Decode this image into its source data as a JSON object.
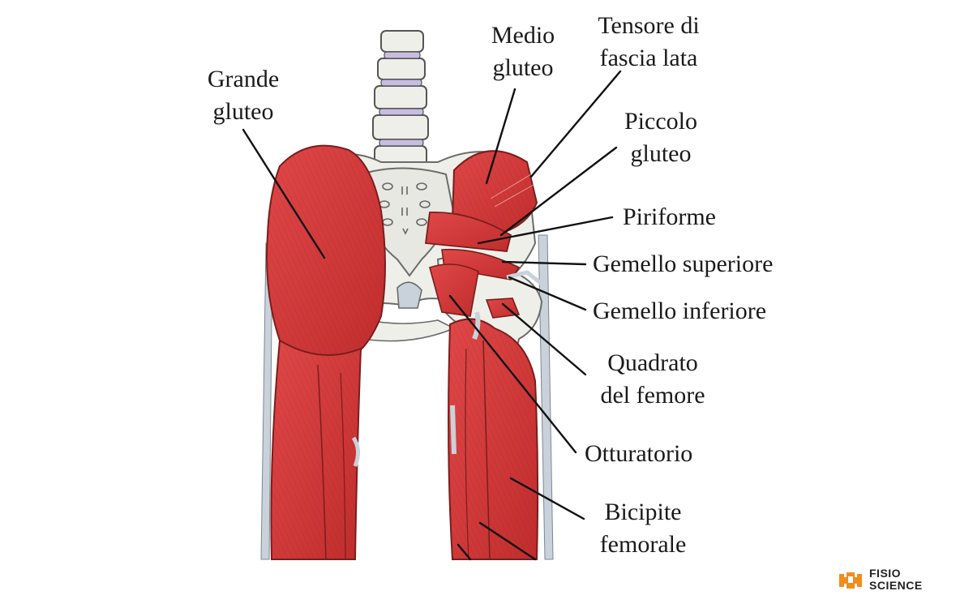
{
  "labels": {
    "grande_gluteo": [
      "Grande",
      "gluteo"
    ],
    "medio_gluteo": [
      "Medio",
      "gluteo"
    ],
    "tensore": [
      "Tensore di",
      "fascia lata"
    ],
    "piccolo_gluteo": [
      "Piccolo",
      "gluteo"
    ],
    "piriforme": [
      "Piriforme"
    ],
    "gemello_superiore": [
      "Gemello superiore"
    ],
    "gemello_inferiore": [
      "Gemello inferiore"
    ],
    "quadrato": [
      "Quadrato",
      "del femore"
    ],
    "otturatorio": [
      "Otturatorio"
    ],
    "bicipite": [
      "Bicipite",
      "femorale"
    ]
  },
  "logo": {
    "line1": "FISIO",
    "line2": "SCIENCE"
  },
  "colors": {
    "muscle": "#d63a3a",
    "muscle_dark": "#a92424",
    "bone": "#efefea",
    "bone_outline": "#6b6b6b",
    "tendon": "#b9c4cf",
    "leader": "#111111",
    "logo_accent": "#f28c1b"
  }
}
